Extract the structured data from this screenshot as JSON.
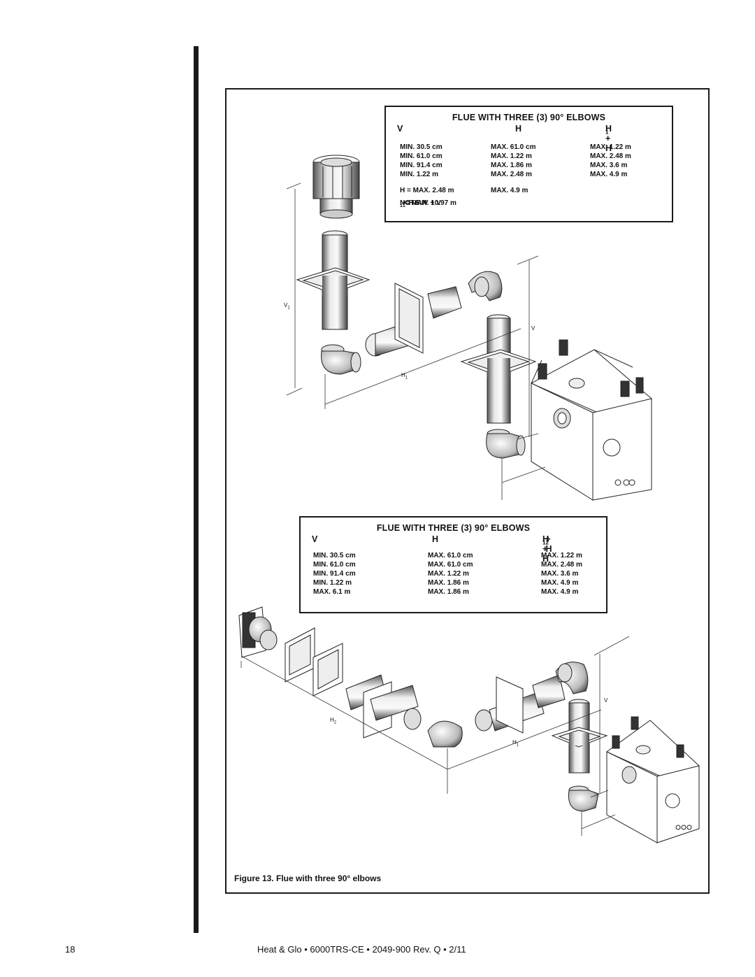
{
  "table1": {
    "title": "FLUE WITH THREE (3) 90° ELBOWS",
    "col_v": "V",
    "col_h": "H",
    "col_hh": "H + H",
    "col_hh_sub": "1",
    "rows": [
      {
        "v": "MIN. 30.5 cm",
        "h": "MAX.  61.0 cm",
        "hh": "MAX.  1.22 m"
      },
      {
        "v": "MIN. 61.0 cm",
        "h": "MAX.  1.22 m",
        "hh": "MAX.  2.48 m"
      },
      {
        "v": "MIN. 91.4 cm",
        "h": "MAX.  1.86 m",
        "hh": "MAX.  3.6 m"
      },
      {
        "v": "MIN. 1.22 m",
        "h": "MAX.  2.48 m",
        "hh": "MAX.  4.9 m"
      }
    ],
    "extra_left": "H = MAX. 2.48 m",
    "extra_right": "MAX.  4.9 m",
    "note_a": "NOTE: V + V",
    "note_sub1": "1",
    "note_b": " + H + H",
    "note_sub2": "1",
    "note_c": " =  MAX. 10.97 m"
  },
  "table2": {
    "title": "FLUE WITH THREE (3) 90° ELBOWS",
    "col_v": "V",
    "col_h": "H",
    "col_hh": "H + H",
    "col_hh_sub1": "1",
    "col_hh_mid": " + H",
    "col_hh_sub2": "2",
    "rows": [
      {
        "v": "MIN. 30.5 cm",
        "h": "MAX.  61.0 cm",
        "hh": "MAX.  1.22 m"
      },
      {
        "v": "MIN. 61.0 cm",
        "h": "MAX.  61.0 cm",
        "hh": "MAX.  2.48 m"
      },
      {
        "v": "MIN. 91.4 cm",
        "h": "MAX.  1.22 m",
        "hh": "MAX.  3.6 m"
      },
      {
        "v": "MIN. 1.22 m",
        "h": "MAX.  1.86 m",
        "hh": "MAX.  4.9 m"
      },
      {
        "v": "MAX. 6.1 m",
        "h": "MAX. 1.86 m",
        "hh": "MAX.  4.9 m"
      }
    ]
  },
  "labels": {
    "v1": "V",
    "v1_sub": "1",
    "h1": "H",
    "h1_sub": "1",
    "v": "V",
    "v_b": "V",
    "h2": "H",
    "h2_sub": "2",
    "h1_b": "H",
    "h1_b_sub": "1"
  },
  "caption": "Figure 13.  Flue with three 90° elbows",
  "footer": {
    "page_number": "18",
    "text": "Heat & Glo  •  6000TRS-CE  •  2049-900 Rev. Q  •  2/11"
  }
}
